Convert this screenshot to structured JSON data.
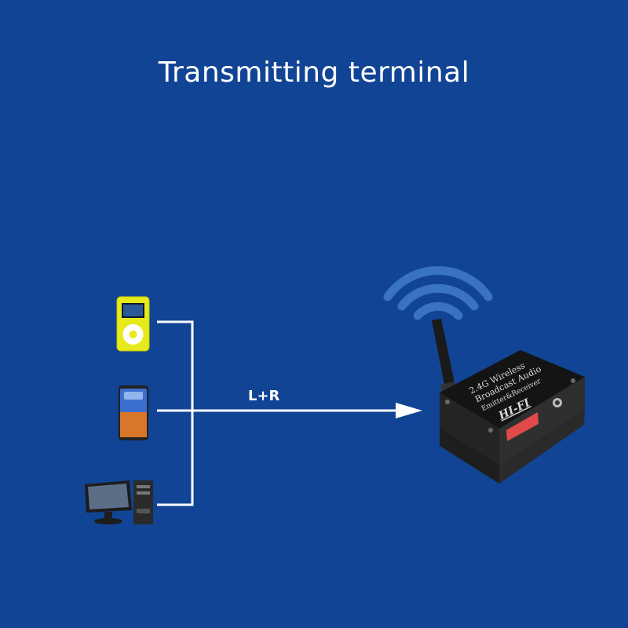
{
  "title": "Transmitting terminal",
  "signal_label": "L+R",
  "sources": [
    {
      "name": "mp3-player",
      "icon": "mp3-player-icon"
    },
    {
      "name": "smartphone",
      "icon": "smartphone-icon"
    },
    {
      "name": "desktop-computer",
      "icon": "desktop-computer-icon"
    }
  ],
  "device": {
    "icon": "wireless-transmitter-icon",
    "label_lines": [
      "2.4G Wireless",
      "Broadcast Audio",
      "Emitter&Receiver"
    ],
    "brand": "HI-FI"
  },
  "colors": {
    "background": "#114494",
    "line": "#ffffff",
    "wifi_waves": "#3a72c4",
    "mp3_player": "#e6ea1a"
  }
}
